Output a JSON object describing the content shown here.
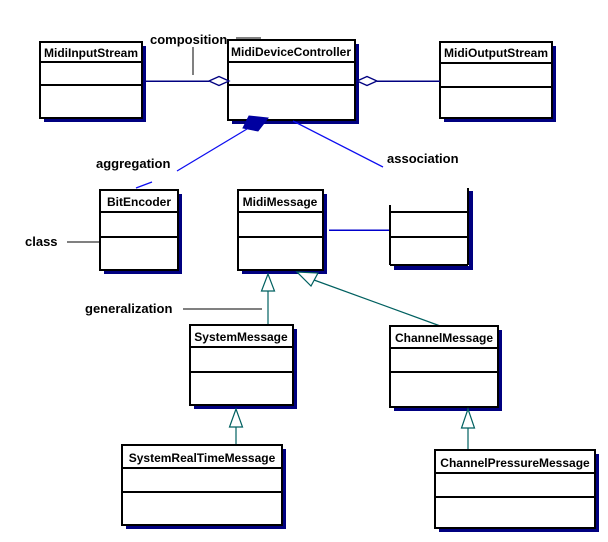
{
  "diagram_type": "uml-class-diagram",
  "classes": [
    {
      "id": "midi-input-stream",
      "name": "MidiInputStream"
    },
    {
      "id": "midi-device-controller",
      "name": "MidiDeviceController"
    },
    {
      "id": "midi-output-stream",
      "name": "MidiOutputStream"
    },
    {
      "id": "bit-encoder",
      "name": "BitEncoder"
    },
    {
      "id": "midi-message",
      "name": "MidiMessage"
    },
    {
      "id": "unnamed-class",
      "name": ""
    },
    {
      "id": "system-message",
      "name": "SystemMessage"
    },
    {
      "id": "channel-message",
      "name": "ChannelMessage"
    },
    {
      "id": "system-real-time-message",
      "name": "SystemRealTimeMessage"
    },
    {
      "id": "channel-pressure-message",
      "name": "ChannelPressureMessage"
    }
  ],
  "annotations": [
    {
      "id": "composition",
      "text": "composition"
    },
    {
      "id": "aggregation",
      "text": "aggregation"
    },
    {
      "id": "association",
      "text": "association"
    },
    {
      "id": "class",
      "text": "class"
    },
    {
      "id": "generalization",
      "text": "generalization"
    }
  ],
  "relationships": [
    {
      "type": "composition",
      "from": "MidiInputStream",
      "to": "MidiDeviceController",
      "marker": "open-diamond-at-controller"
    },
    {
      "type": "composition",
      "from": "MidiOutputStream",
      "to": "MidiDeviceController",
      "marker": "open-diamond-at-controller"
    },
    {
      "type": "aggregation",
      "from": "BitEncoder",
      "to": "MidiDeviceController",
      "marker": "filled-diamond-at-controller"
    },
    {
      "type": "association",
      "from": "MidiDeviceController",
      "to": "unnamed-class"
    },
    {
      "type": "association",
      "from": "MidiMessage",
      "to": "unnamed-class"
    },
    {
      "type": "generalization",
      "from": "SystemMessage",
      "to": "MidiMessage"
    },
    {
      "type": "generalization",
      "from": "ChannelMessage",
      "to": "MidiMessage"
    },
    {
      "type": "generalization",
      "from": "SystemRealTimeMessage",
      "to": "SystemMessage"
    },
    {
      "type": "generalization",
      "from": "ChannelPressureMessage",
      "to": "ChannelMessage"
    }
  ],
  "colors": {
    "box_border": "#000000",
    "box_fill": "#ffffff",
    "shadow_navy": "#000080",
    "connector_navy": "#000080",
    "relation_blue": "#0d0df0",
    "message_link_blue": "#0000cc",
    "generalization_teal": "#006060",
    "label_text": "#000000"
  }
}
